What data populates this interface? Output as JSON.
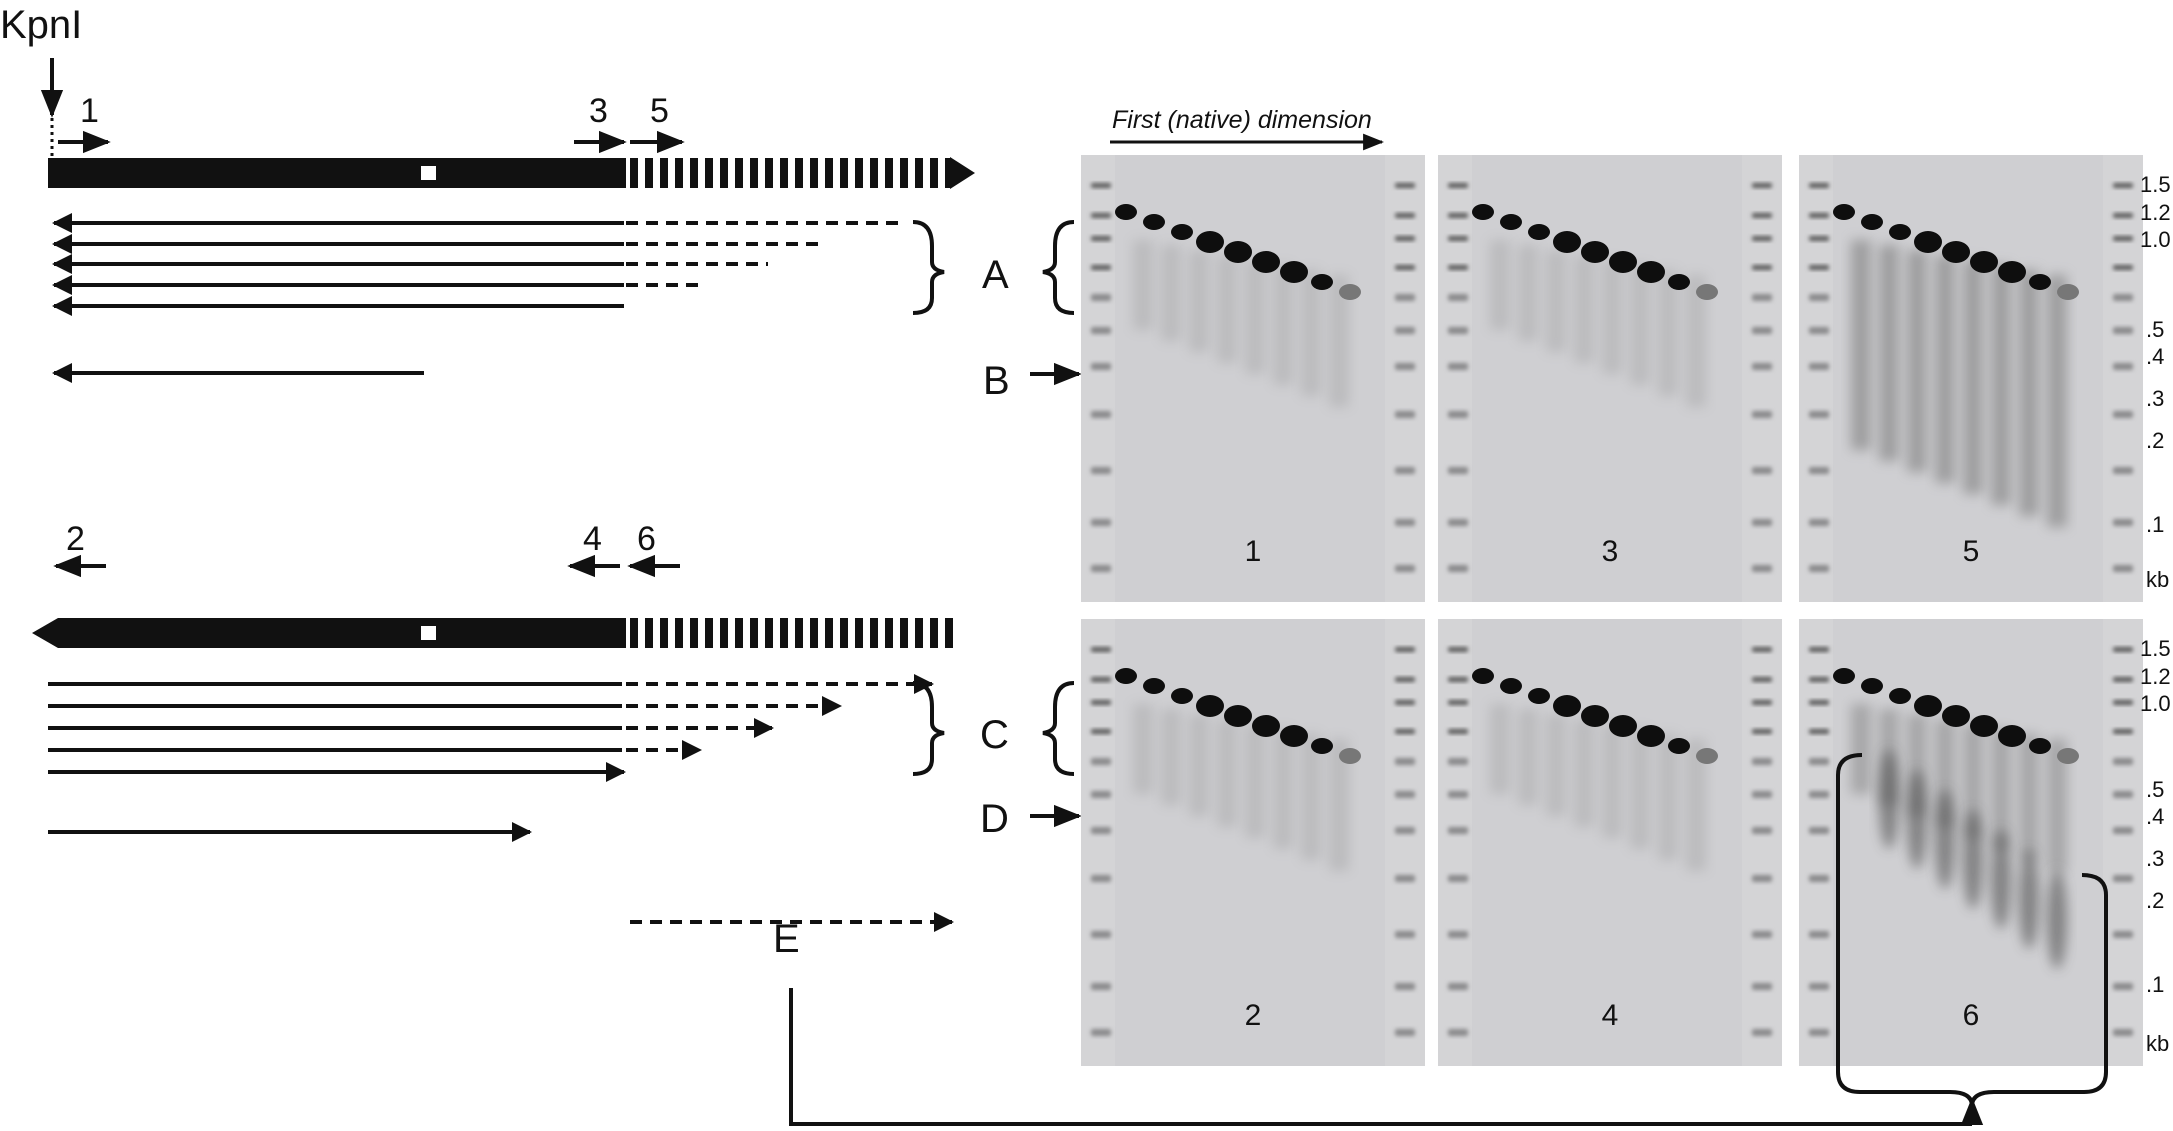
{
  "restriction_site": "KpnI",
  "primers": {
    "p1": "1",
    "p2": "2",
    "p3": "3",
    "p4": "4",
    "p5": "5",
    "p6": "6"
  },
  "group_labels": {
    "a": "A",
    "b": "B",
    "c": "C",
    "d": "D",
    "e": "E"
  },
  "dimension_label": "First (native) dimension",
  "blot_panels": [
    {
      "number": "1",
      "primer": "1"
    },
    {
      "number": "3",
      "primer": "3"
    },
    {
      "number": "5",
      "primer": "5"
    },
    {
      "number": "2",
      "primer": "2"
    },
    {
      "number": "4",
      "primer": "4"
    },
    {
      "number": "6",
      "primer": "6"
    }
  ],
  "size_markers": {
    "top": [
      ".1",
      ".2",
      ".3",
      ".4",
      ".5",
      "1.0",
      "1.2",
      "1.5"
    ],
    "bottom": [
      ".1",
      ".2",
      ".3",
      ".4",
      ".5",
      "1.0",
      "1.2",
      "1.5"
    ],
    "unit": "kb"
  },
  "colors": {
    "ink": "#111111",
    "blot_background": "#d4d4d6",
    "blot_band": "#0e0e0e",
    "white": "#ffffff"
  }
}
